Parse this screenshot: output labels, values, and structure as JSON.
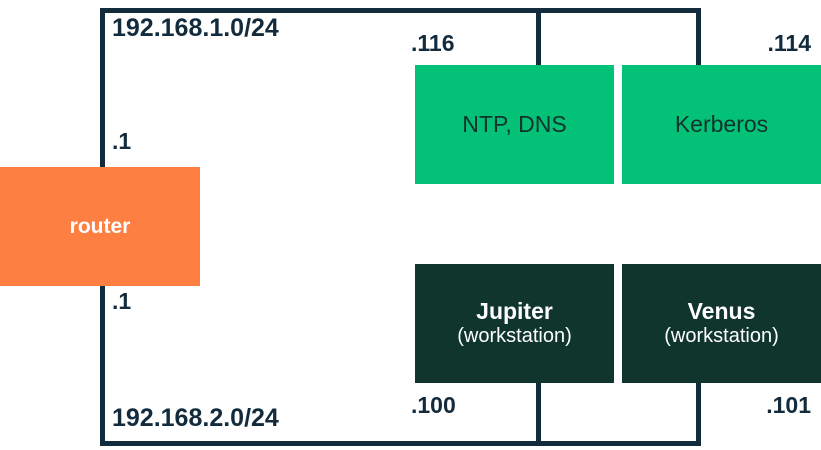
{
  "diagram": {
    "title": "network-subnet-diagram",
    "colors": {
      "line": "#122B3D",
      "router": "#FD7F41",
      "service": "#04C178",
      "workstation": "#10352D",
      "background": "#FFFFFF",
      "text_dark": "#122B3D",
      "text_light": "#FFFFFF"
    }
  },
  "subnets": {
    "top": {
      "label": "192.168.1.0/24"
    },
    "bottom": {
      "label": "192.168.2.0/24"
    }
  },
  "nodes": {
    "router": {
      "label": "router",
      "ip_top": ".1",
      "ip_bottom": ".1"
    },
    "ntp_dns": {
      "label": "NTP, DNS",
      "ip": ".116"
    },
    "kerberos": {
      "label": "Kerberos",
      "ip": ".114"
    },
    "jupiter": {
      "label": "Jupiter",
      "role": "(workstation)",
      "ip": ".100"
    },
    "venus": {
      "label": "Venus",
      "role": "(workstation)",
      "ip": ".101"
    }
  }
}
